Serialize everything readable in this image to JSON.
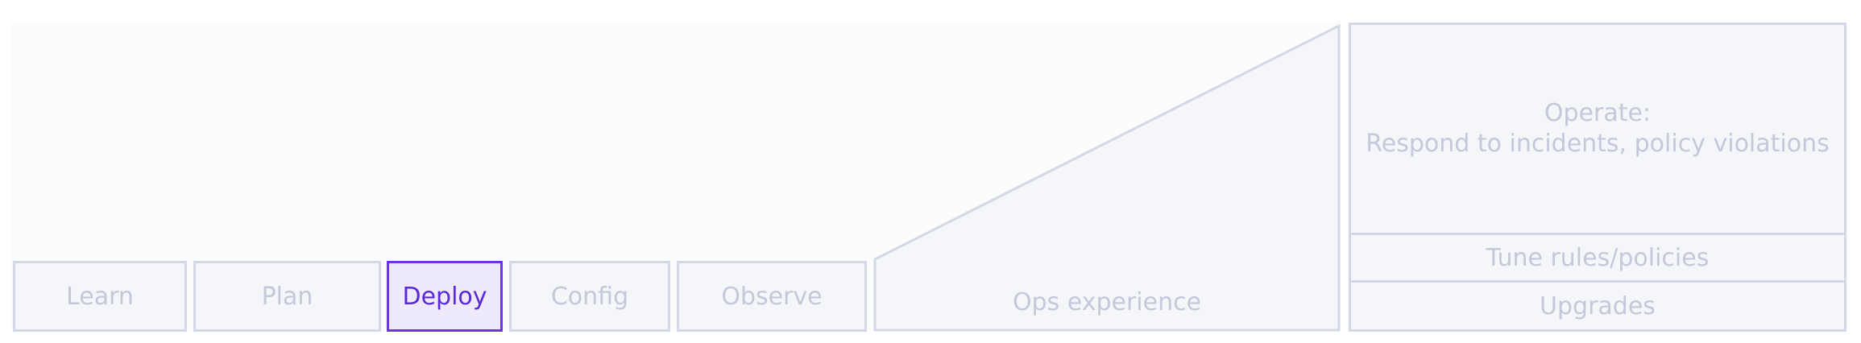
{
  "stages": [
    {
      "label": "Learn",
      "active": false
    },
    {
      "label": "Plan",
      "active": false
    },
    {
      "label": "Deploy",
      "active": true
    },
    {
      "label": "Config",
      "active": false
    },
    {
      "label": "Observe",
      "active": false
    }
  ],
  "ops": {
    "label": "Ops experience",
    "operate_line1": "Operate:",
    "operate_line2": "Respond to incidents, policy violations",
    "tune": "Tune rules/policies",
    "upgrades": "Upgrades"
  },
  "colors": {
    "inactive_border": "#d3d7e6",
    "inactive_fill": "#f5f6fa",
    "inactive_text": "#c4c8da",
    "active_border": "#6b36e0",
    "active_fill": "#efeafb",
    "active_text": "#5b2ad6"
  }
}
